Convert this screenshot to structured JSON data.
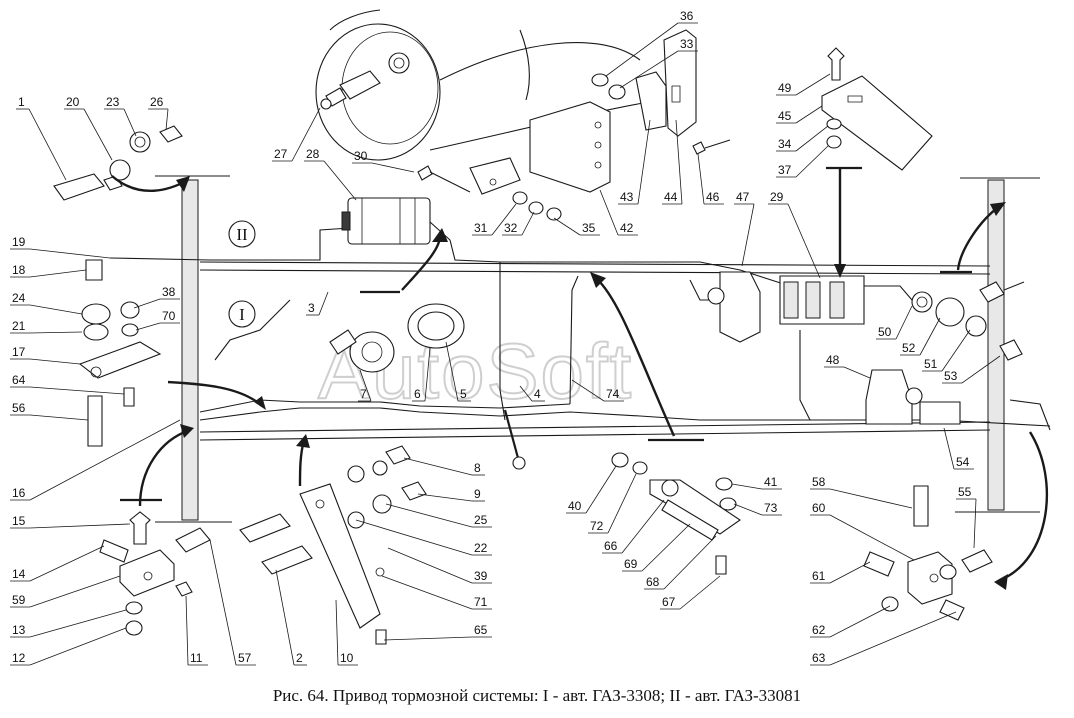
{
  "caption": "Рис. 64. Привод тормозной системы: I - авт. ГАЗ-3308; II - авт. ГАЗ-33081",
  "watermark": "AutoSoft",
  "circuit_labels": [
    "II",
    "I"
  ],
  "callouts": [
    "1",
    "2",
    "3",
    "4",
    "5",
    "6",
    "7",
    "8",
    "9",
    "10",
    "11",
    "12",
    "13",
    "14",
    "15",
    "16",
    "17",
    "18",
    "19",
    "20",
    "21",
    "22",
    "23",
    "24",
    "25",
    "26",
    "27",
    "28",
    "29",
    "30",
    "31",
    "32",
    "33",
    "34",
    "35",
    "36",
    "37",
    "38",
    "39",
    "40",
    "41",
    "42",
    "43",
    "44",
    "45",
    "46",
    "47",
    "48",
    "49",
    "50",
    "51",
    "52",
    "53",
    "54",
    "55",
    "56",
    "57",
    "58",
    "59",
    "60",
    "61",
    "62",
    "63",
    "64",
    "65",
    "66",
    "67",
    "68",
    "69",
    "70",
    "71",
    "72",
    "73",
    "74"
  ]
}
